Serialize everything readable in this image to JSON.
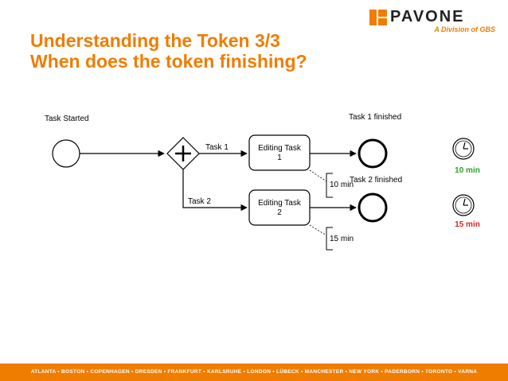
{
  "logo": {
    "name": "PAVONE",
    "tagline": "A Division of GBS"
  },
  "title": {
    "line1": "Understanding the Token 3/3",
    "line2": "When does the token finishing?"
  },
  "diagram": {
    "start_label": "Task Started",
    "end1_label": "Task 1 finished",
    "end2_label": "Task 2 finished",
    "flow1_label": "Task 1",
    "flow2_label": "Task 2",
    "task1": {
      "line1": "Editing Task",
      "line2": "1"
    },
    "task2": {
      "line1": "Editing Task",
      "line2": "2"
    },
    "annotation1": "10 min",
    "annotation2": "15 min",
    "timer1": {
      "label": "10 min",
      "color": "#2ca02c"
    },
    "timer2": {
      "label": "15 min",
      "color": "#d62728"
    }
  },
  "footer": {
    "text": "ATLANTA • BOSTON • COPENHAGEN • DRESDEN • FRANKFURT • KARLSRUHE • LONDON • LÜBECK • MANCHESTER • NEW YORK • PADERBORN • TORONTO • VARNA"
  },
  "colors": {
    "accent": "#ef7d00"
  }
}
